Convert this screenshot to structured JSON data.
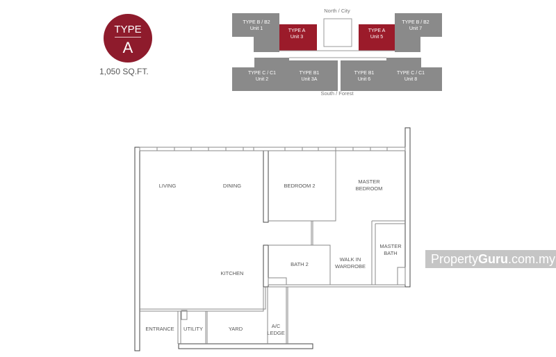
{
  "unit_type": {
    "label": "TYPE",
    "letter": "A",
    "area": "1,050 SQ.FT.",
    "color": "#8e1b2c"
  },
  "key_plan": {
    "north": "North / City",
    "south": "South / Forest",
    "units": [
      {
        "type": "TYPE B / B2",
        "unit": "Unit 1",
        "highlight": false
      },
      {
        "type": "TYPE A",
        "unit": "Unit 3",
        "highlight": true
      },
      {
        "type": "TYPE A",
        "unit": "Unit 5",
        "highlight": true
      },
      {
        "type": "TYPE B / B2",
        "unit": "Unit 7",
        "highlight": false
      },
      {
        "type": "TYPE C / C1",
        "unit": "Unit 2",
        "highlight": false
      },
      {
        "type": "TYPE B1",
        "unit": "Unit 3A",
        "highlight": false
      },
      {
        "type": "TYPE B1",
        "unit": "Unit 6",
        "highlight": false
      },
      {
        "type": "TYPE C / C1",
        "unit": "Unit 8",
        "highlight": false
      }
    ],
    "colors": {
      "unit": "#8a8a8a",
      "highlight": "#9b1b2a"
    }
  },
  "rooms": {
    "living": "LIVING",
    "dining": "DINING",
    "bedroom2": "BEDROOM 2",
    "master_bedroom": [
      "MASTER",
      "BEDROOM"
    ],
    "kitchen": "KITCHEN",
    "bath2": "BATH 2",
    "walk_in": [
      "WALK IN",
      "WARDROBE"
    ],
    "master_bath": [
      "MASTER",
      "BATH"
    ],
    "entrance": "ENTRANCE",
    "utility": "UTILITY",
    "yard": "YARD",
    "ac_ledge": [
      "A/C",
      "LEDGE"
    ]
  },
  "watermark": {
    "prefix": "Property",
    "bold": "Guru",
    "suffix": ".com.my"
  }
}
